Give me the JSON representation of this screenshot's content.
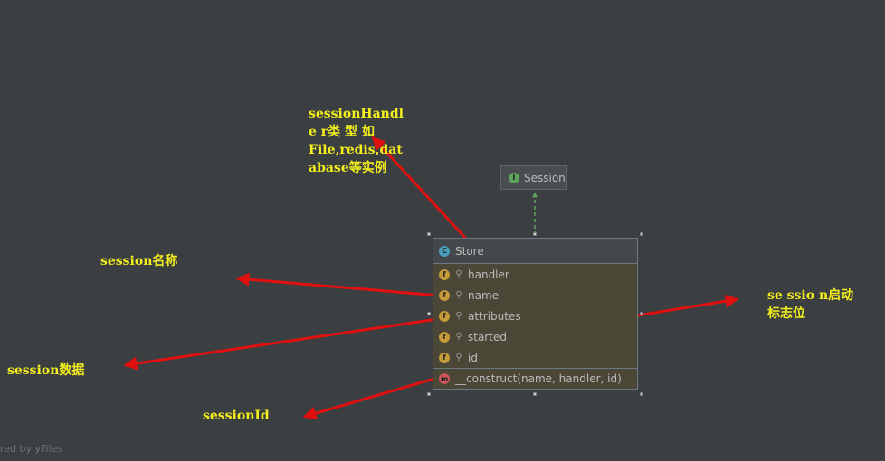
{
  "interface": {
    "badge": "I",
    "name": "Session"
  },
  "class": {
    "badge": "C",
    "name": "Store",
    "fields": [
      {
        "badge": "f",
        "name": "handler"
      },
      {
        "badge": "f",
        "name": "name"
      },
      {
        "badge": "f",
        "name": "attributes"
      },
      {
        "badge": "f",
        "name": "started"
      },
      {
        "badge": "f",
        "name": "id"
      }
    ],
    "method": {
      "badge": "m",
      "signature": "__construct(name, handler, id)"
    }
  },
  "annotations": {
    "handler_lines": [
      "sessionHandl",
      "e r类 型 如",
      "File,redis,dat",
      "abase等实例"
    ],
    "name": "session名称",
    "attributes": "session数据",
    "started_lines": [
      "se ssio n启动",
      "标志位"
    ],
    "id": "sessionId"
  },
  "footer": "red by yFiles",
  "colors": {
    "background": "#3c3f41",
    "arrow": "#e01010",
    "annotation_text": "#f3ef1c",
    "dependency_edge": "#5ea25e"
  }
}
